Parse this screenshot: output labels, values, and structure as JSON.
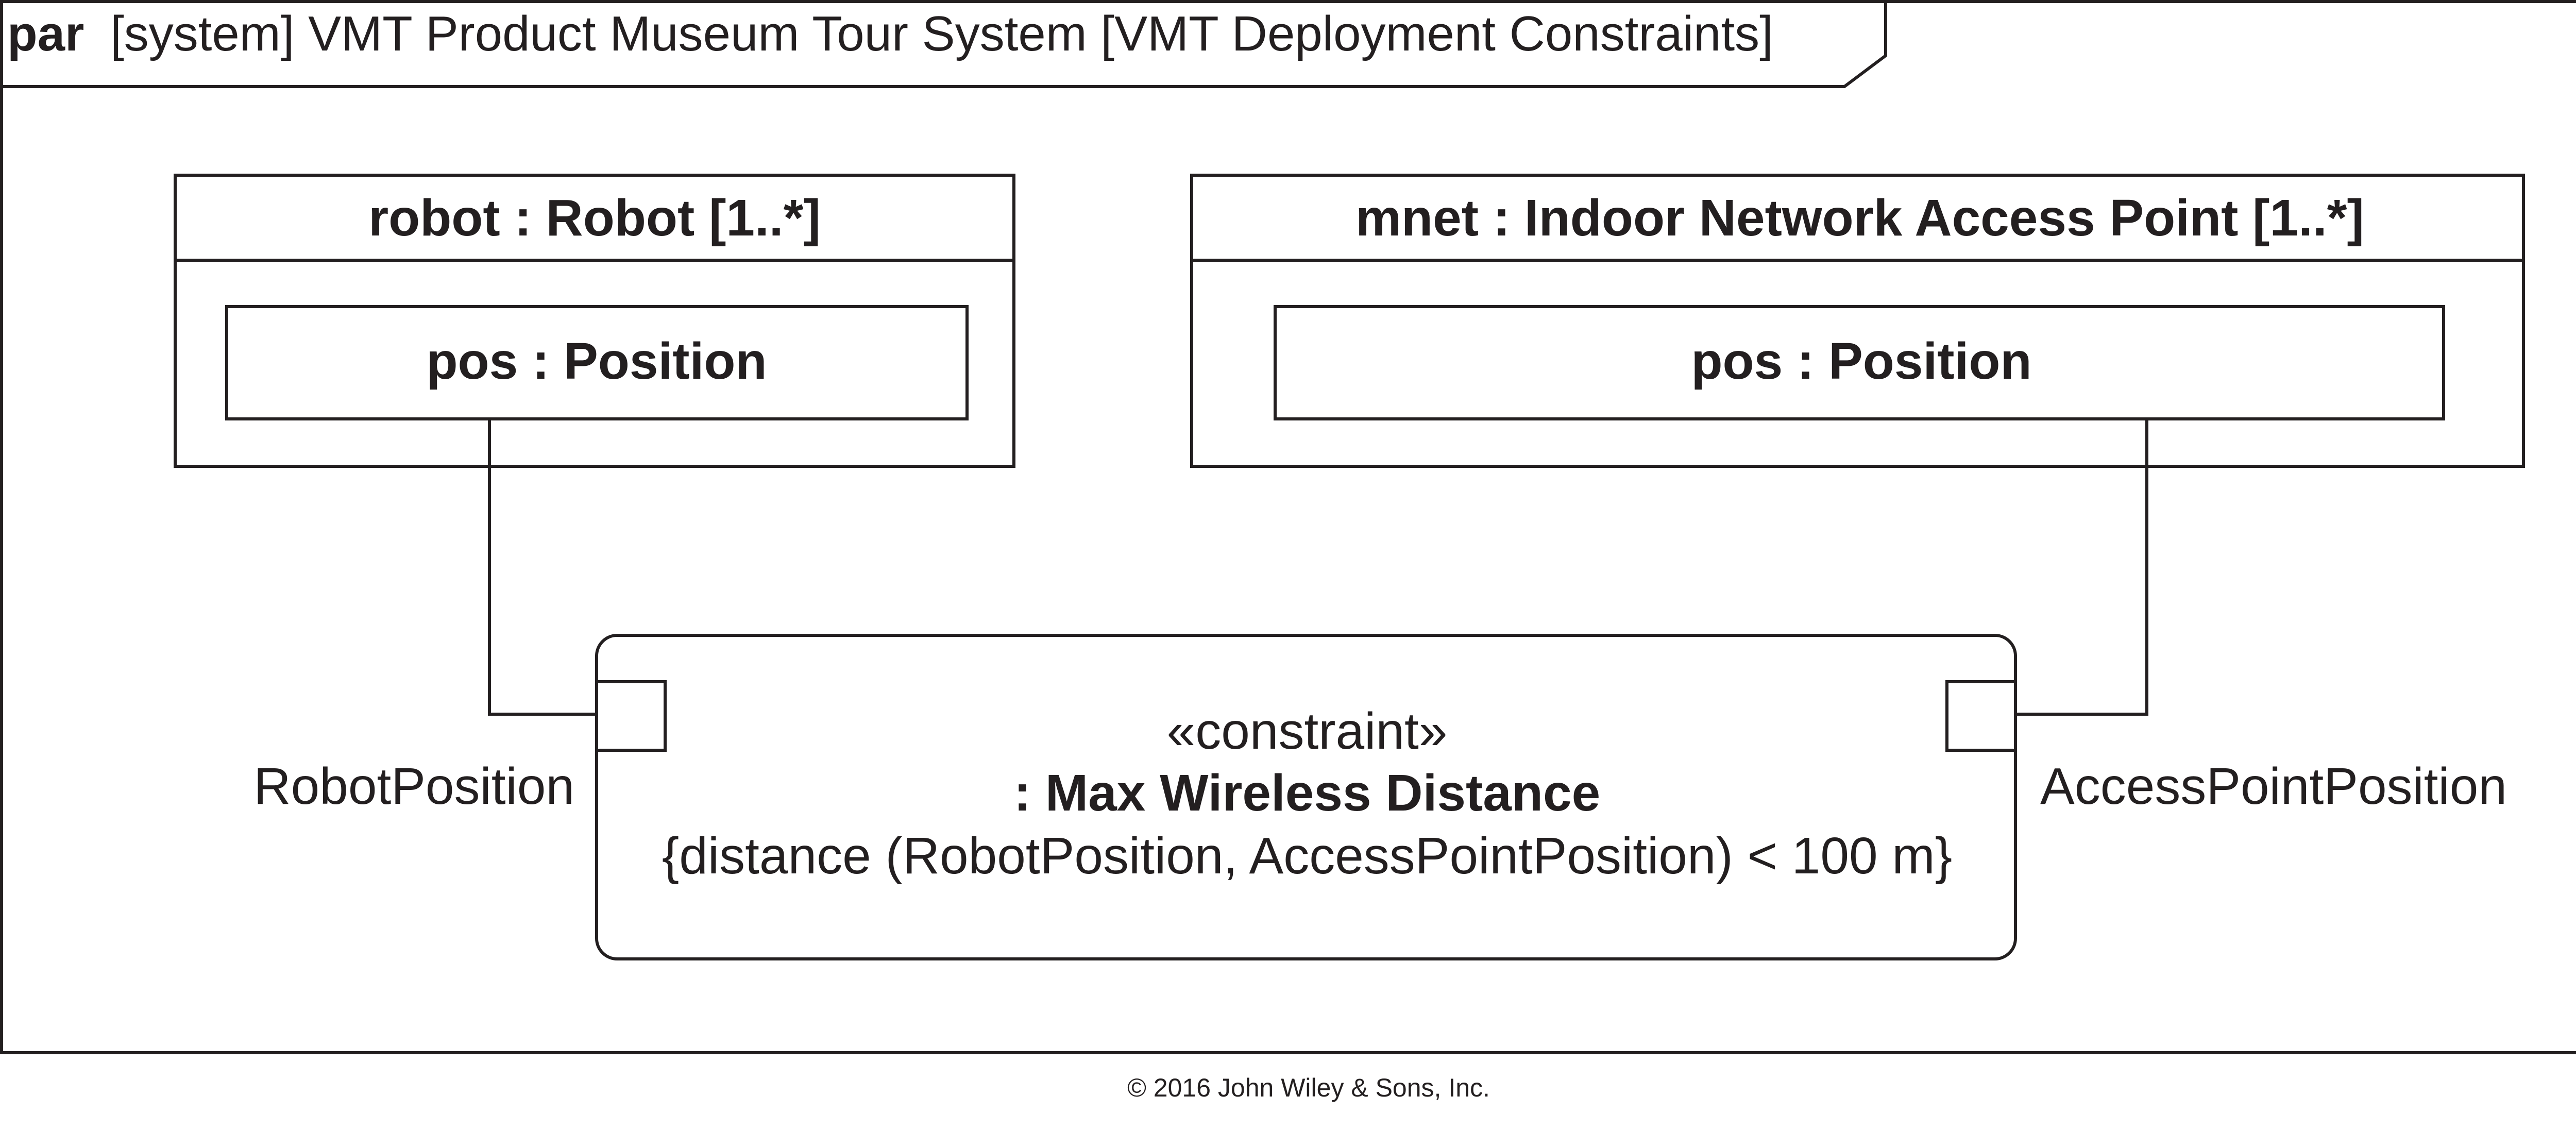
{
  "frame": {
    "keyword": "par",
    "title": "[system] VMT Product Museum Tour System [VMT Deployment Constraints]"
  },
  "parts": {
    "robot": {
      "title": "robot : Robot [1..*]",
      "property": "pos : Position"
    },
    "access_point": {
      "title": "mnet : Indoor Network Access Point [1..*]",
      "property": "pos : Position"
    }
  },
  "constraint": {
    "stereotype": "«constraint»",
    "name": ": Max Wireless Distance",
    "expression": "{distance (RobotPosition, AccessPointPosition) < 100 m}",
    "left_parameter": "RobotPosition",
    "right_parameter": "AccessPointPosition"
  },
  "copyright": "© 2016 John Wiley & Sons, Inc.",
  "colors": {
    "stroke": "#231f20",
    "background": "#ffffff"
  }
}
